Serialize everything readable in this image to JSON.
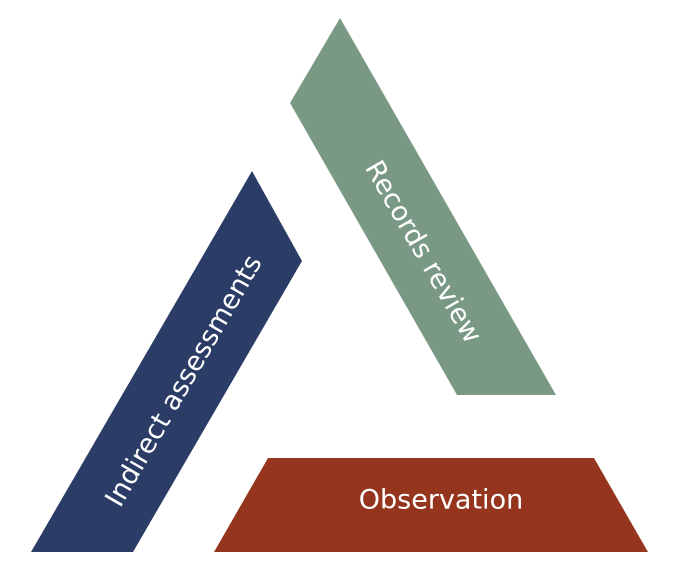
{
  "diagram": {
    "segments": [
      {
        "id": "records-review",
        "label": "Records review",
        "color": "#7a9985"
      },
      {
        "id": "indirect-assessments",
        "label": "Indirect assessments",
        "color": "#2b3d66"
      },
      {
        "id": "observation",
        "label": "Observation",
        "color": "#96351e"
      }
    ]
  }
}
